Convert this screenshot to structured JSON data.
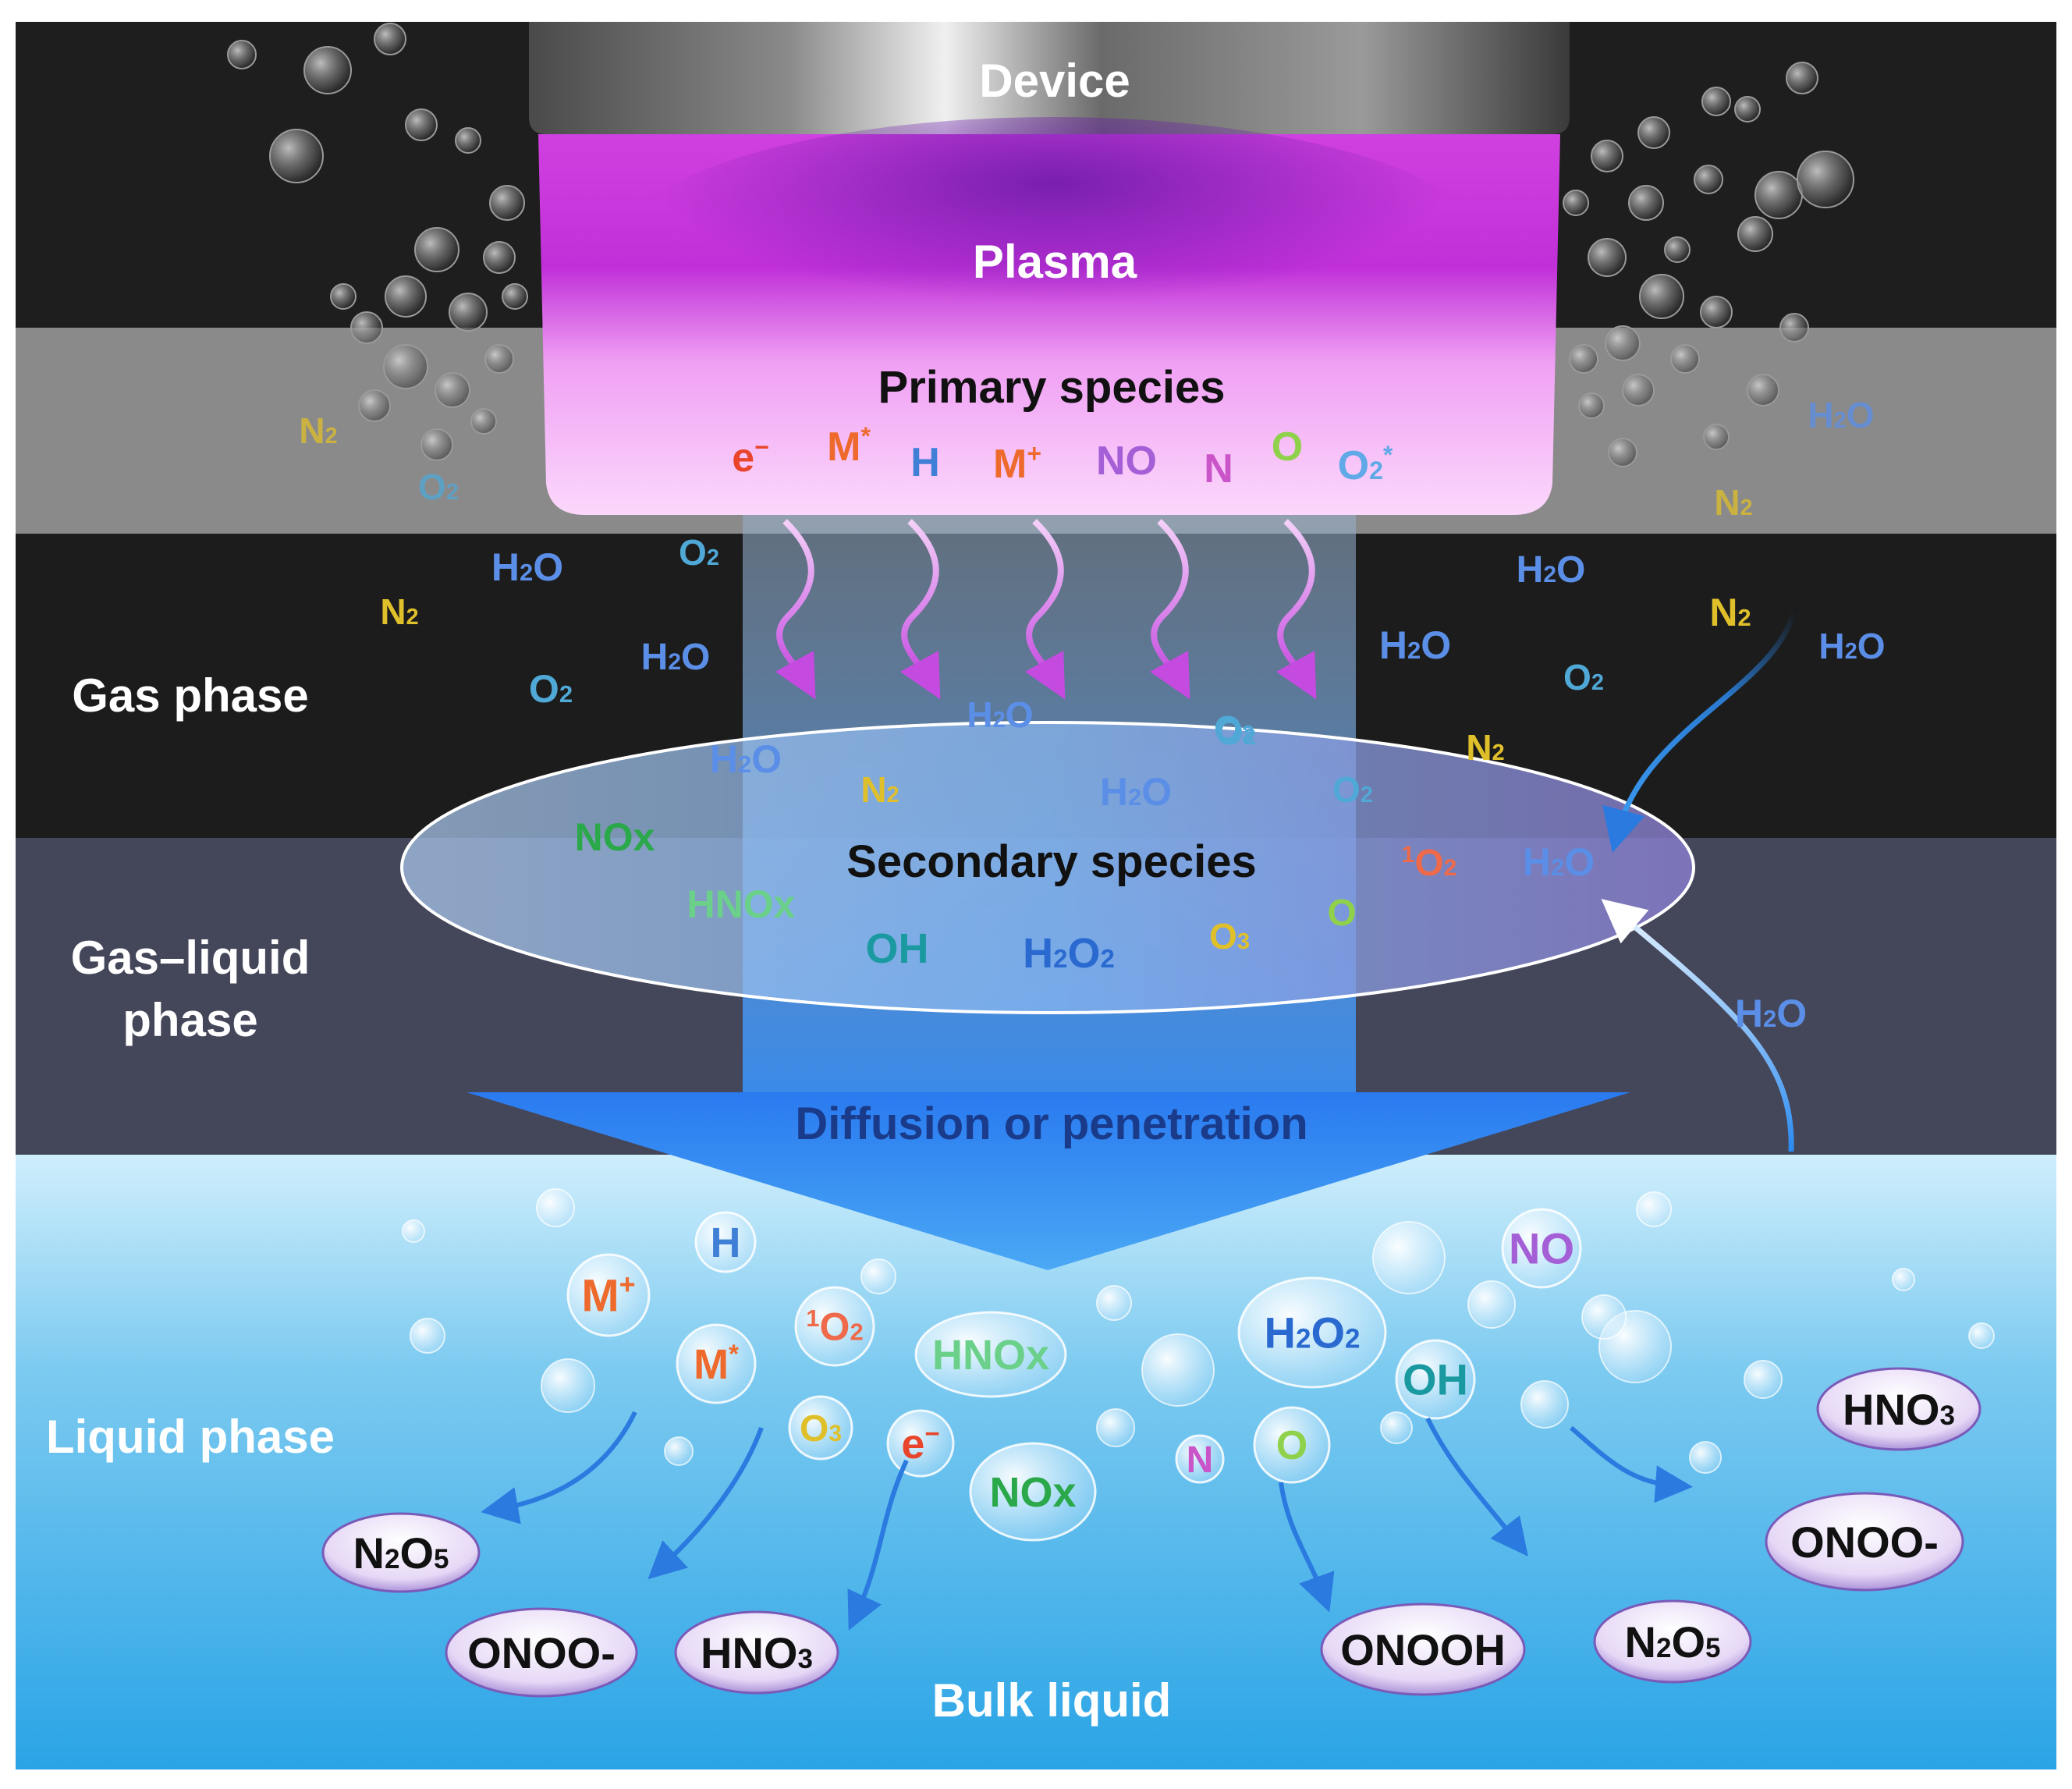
{
  "labels": {
    "device": "Device",
    "plasma": "Plasma",
    "primary_species": "Primary species",
    "secondary_species": "Secondary species",
    "diffusion": "Diffusion or penetration",
    "gas_phase": "Gas phase",
    "gas_liquid_line1": "Gas–liquid",
    "gas_liquid_line2": "phase",
    "liquid_phase": "Liquid phase",
    "bulk_liquid": "Bulk liquid"
  },
  "colors": {
    "electron": "#e8452b",
    "metastable": "#ee6a2c",
    "hydrogen": "#3f7fd6",
    "no": "#a55fd6",
    "nitrogen_atom": "#c955c9",
    "oxygen_atom": "#8fd14a",
    "o2_excited": "#5fa9e6",
    "n2": "#e0c02a",
    "o2": "#4fa8d6",
    "h2o": "#5b8ee6",
    "nox": "#2aa84a",
    "hnox": "#6ad08a",
    "oh": "#1a9aa0",
    "h2o2": "#2a6ad0",
    "o3": "#e0c02a",
    "singlet_o2": "#ee6a4a"
  },
  "primary_species": [
    {
      "base": "e",
      "sup": "−",
      "color": "#e8452b"
    },
    {
      "base": "M",
      "sup": "*",
      "color": "#ee6a2c"
    },
    {
      "base": "H",
      "color": "#3f7fd6"
    },
    {
      "base": "M",
      "sup": "+",
      "color": "#ee6a2c"
    },
    {
      "base": "NO",
      "color": "#a55fd6"
    },
    {
      "base": "N",
      "color": "#c955c9"
    },
    {
      "base": "O",
      "color": "#8fd14a"
    },
    {
      "base": "O",
      "sub": "2",
      "sup": "*",
      "color": "#5fa9e6"
    }
  ],
  "gas_molecules": [
    {
      "base": "N",
      "sub": "2",
      "color": "#e0c02a"
    },
    {
      "base": "O",
      "sub": "2",
      "color": "#4fa8d6"
    },
    {
      "base": "H",
      "sub": "2",
      "tail": "O",
      "color": "#5b8ee6"
    },
    {
      "base": "N",
      "sub": "2",
      "color": "#e0c02a"
    },
    {
      "base": "H",
      "sub": "2",
      "tail": "O",
      "color": "#5b8ee6"
    },
    {
      "base": "O",
      "sub": "2",
      "color": "#4fa8d6"
    },
    {
      "base": "O",
      "sub": "2",
      "color": "#4fa8d6"
    },
    {
      "base": "H",
      "sub": "2",
      "tail": "O",
      "color": "#5b8ee6"
    },
    {
      "base": "N",
      "sub": "2",
      "color": "#e0c02a"
    },
    {
      "base": "H",
      "sub": "2",
      "tail": "O",
      "color": "#5b8ee6"
    },
    {
      "base": "N",
      "sub": "2",
      "color": "#e0c02a"
    },
    {
      "base": "H",
      "sub": "2",
      "tail": "O",
      "color": "#5b8ee6"
    },
    {
      "base": "O",
      "sub": "2",
      "color": "#4fa8d6"
    },
    {
      "base": "H",
      "sub": "2",
      "tail": "O",
      "color": "#5b8ee6"
    },
    {
      "base": "O",
      "sub": "2",
      "color": "#4fa8d6"
    },
    {
      "base": "N",
      "sub": "2",
      "color": "#e0c02a"
    },
    {
      "base": "H",
      "sub": "2",
      "tail": "O",
      "color": "#5b8ee6"
    }
  ],
  "secondary_species": [
    {
      "base": "H",
      "sub": "2",
      "tail": "O",
      "color": "#5b8ee6"
    },
    {
      "base": "O",
      "sub": "2",
      "color": "#4fa8d6"
    },
    {
      "base": "H",
      "sub": "2",
      "tail": "O",
      "color": "#5b8ee6"
    },
    {
      "base": "N",
      "sub": "2",
      "color": "#e0c02a"
    },
    {
      "base": "H",
      "sub": "2",
      "tail": "O",
      "color": "#5b8ee6"
    },
    {
      "base": "O",
      "sub": "2",
      "color": "#4fa8d6"
    },
    {
      "base": "N",
      "sub": "2",
      "color": "#e0c02a"
    },
    {
      "base": "NOx",
      "color": "#2aa84a"
    },
    {
      "pre": "1",
      "base": "O",
      "sub": "2",
      "color": "#ee6a4a"
    },
    {
      "base": "H",
      "sub": "2",
      "tail": "O",
      "color": "#5b8ee6"
    },
    {
      "base": "HNOx",
      "color": "#6ad08a"
    },
    {
      "base": "OH",
      "color": "#1a9aa0"
    },
    {
      "base": "H",
      "sub": "2",
      "tail": "O",
      "sub2": "2",
      "color": "#2a6ad0"
    },
    {
      "base": "O",
      "sub": "3",
      "color": "#e0c02a"
    },
    {
      "base": "O",
      "color": "#8fd14a"
    }
  ],
  "side_h2o_label": {
    "base": "H",
    "sub": "2",
    "tail": "O",
    "color": "#5b8ee6"
  },
  "liquid_species": [
    {
      "base": "H",
      "color": "#3f7fd6"
    },
    {
      "base": "M",
      "sup": "+",
      "color": "#ee6a2c"
    },
    {
      "base": "M",
      "sup": "*",
      "color": "#ee6a2c"
    },
    {
      "pre": "1",
      "base": "O",
      "sub": "2",
      "color": "#ee6a4a"
    },
    {
      "base": "HNOx",
      "color": "#6ad08a"
    },
    {
      "base": "O",
      "sub": "3",
      "color": "#e0c02a"
    },
    {
      "base": "e",
      "sup": "−",
      "color": "#e8452b"
    },
    {
      "base": "NOx",
      "color": "#2aa84a"
    },
    {
      "base": "H",
      "sub": "2",
      "tail": "O",
      "sub2": "2",
      "color": "#2a6ad0"
    },
    {
      "base": "NO",
      "color": "#a55fd6"
    },
    {
      "base": "OH",
      "color": "#1a9aa0"
    },
    {
      "base": "N",
      "color": "#c955c9"
    },
    {
      "base": "O",
      "color": "#8fd14a"
    }
  ],
  "products": [
    {
      "base": "N",
      "sub": "2",
      "tail": "O",
      "sub2": "5"
    },
    {
      "base": "ONOO-"
    },
    {
      "base": "HNO",
      "sub": "3"
    },
    {
      "base": "ONOOH"
    },
    {
      "base": "N",
      "sub": "2",
      "tail": "O",
      "sub2": "5"
    },
    {
      "base": "HNO",
      "sub": "3"
    },
    {
      "base": "ONOO-"
    }
  ]
}
